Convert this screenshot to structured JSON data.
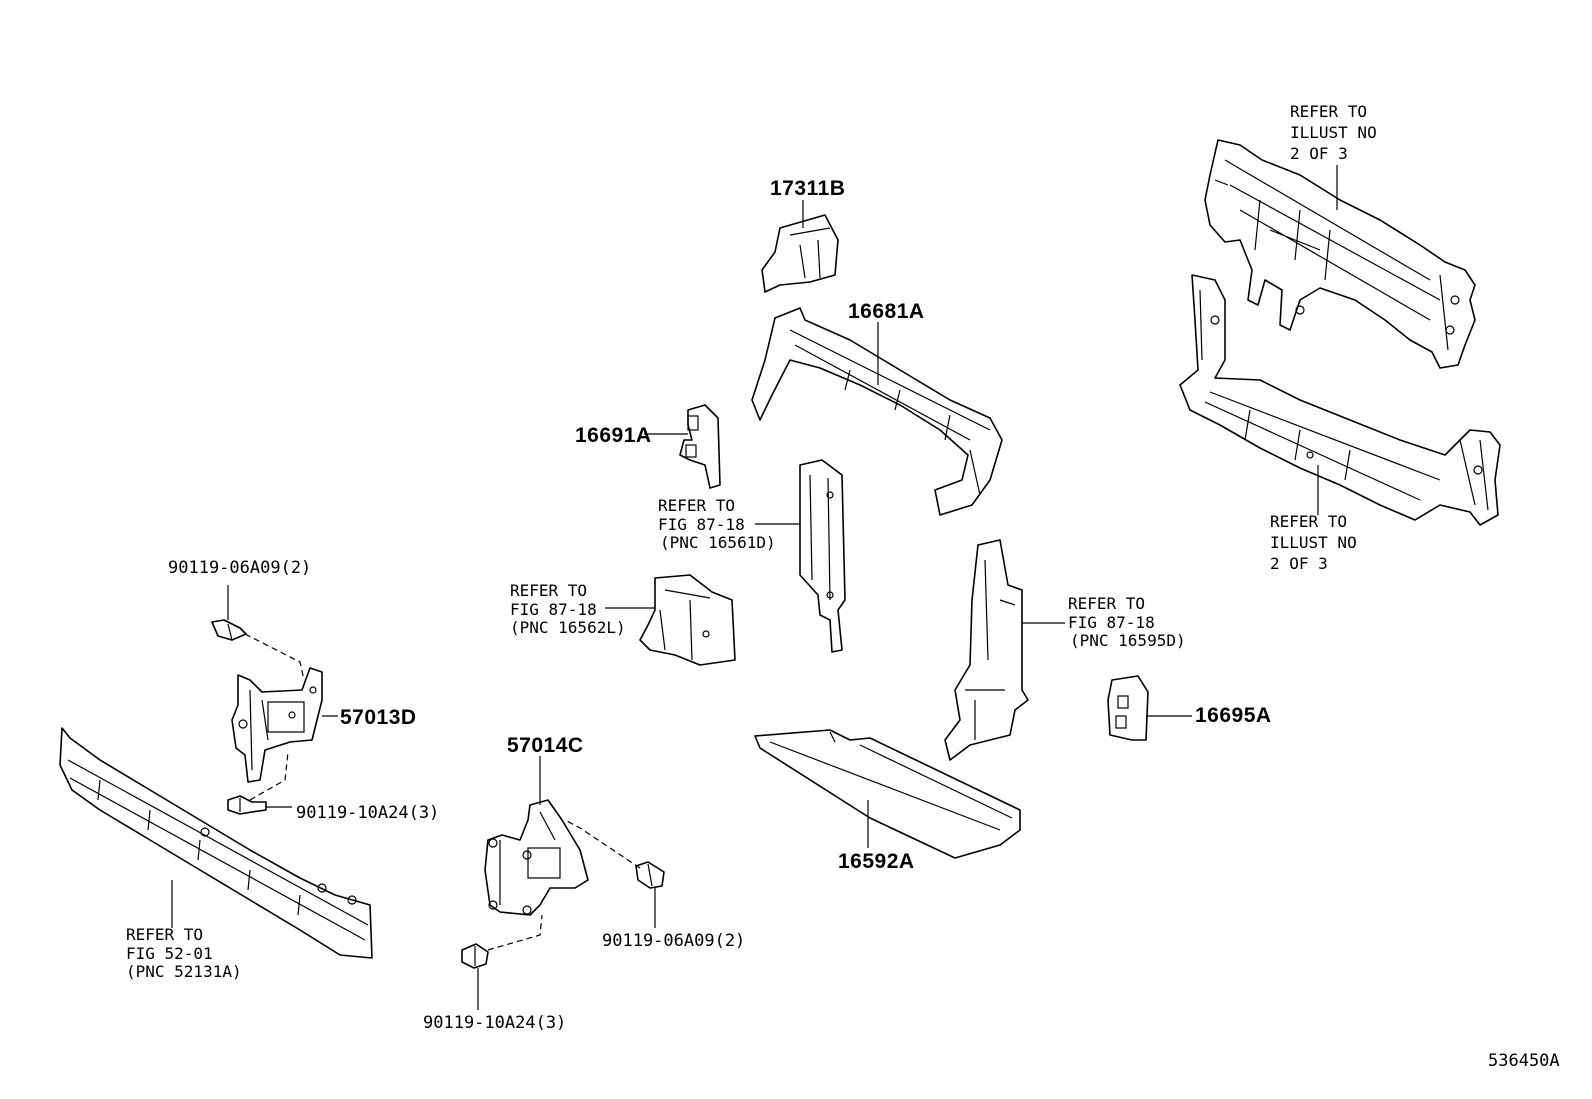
{
  "labels": {
    "p17311B": "17311B",
    "p16681A": "16681A",
    "p16691A": "16691A",
    "p16695A": "16695A",
    "p16592A": "16592A",
    "p57013D": "57013D",
    "p57014C": "57014C",
    "b90119_06A09_left": "90119-06A09(2)",
    "b90119_10A24_left": "90119-10A24(3)",
    "b90119_06A09_right": "90119-06A09(2)",
    "b90119_10A24_bottom": "90119-10A24(3)",
    "diagram_id": "536450A"
  },
  "refs": {
    "illust_top": [
      "REFER TO",
      "ILLUST NO",
      "2 OF 3"
    ],
    "illust_bottom": [
      "REFER TO",
      "ILLUST NO",
      "2 OF 3"
    ],
    "fig_16561D": [
      "REFER TO",
      "FIG 87-18",
      "(PNC 16561D)"
    ],
    "fig_16562L": [
      "REFER TO",
      "FIG 87-18",
      "(PNC 16562L)"
    ],
    "fig_16595D": [
      "REFER TO",
      "FIG 87-18",
      "(PNC 16595D)"
    ],
    "fig_52131A": [
      "REFER TO",
      "FIG 52-01",
      "(PNC 52131A)"
    ]
  }
}
